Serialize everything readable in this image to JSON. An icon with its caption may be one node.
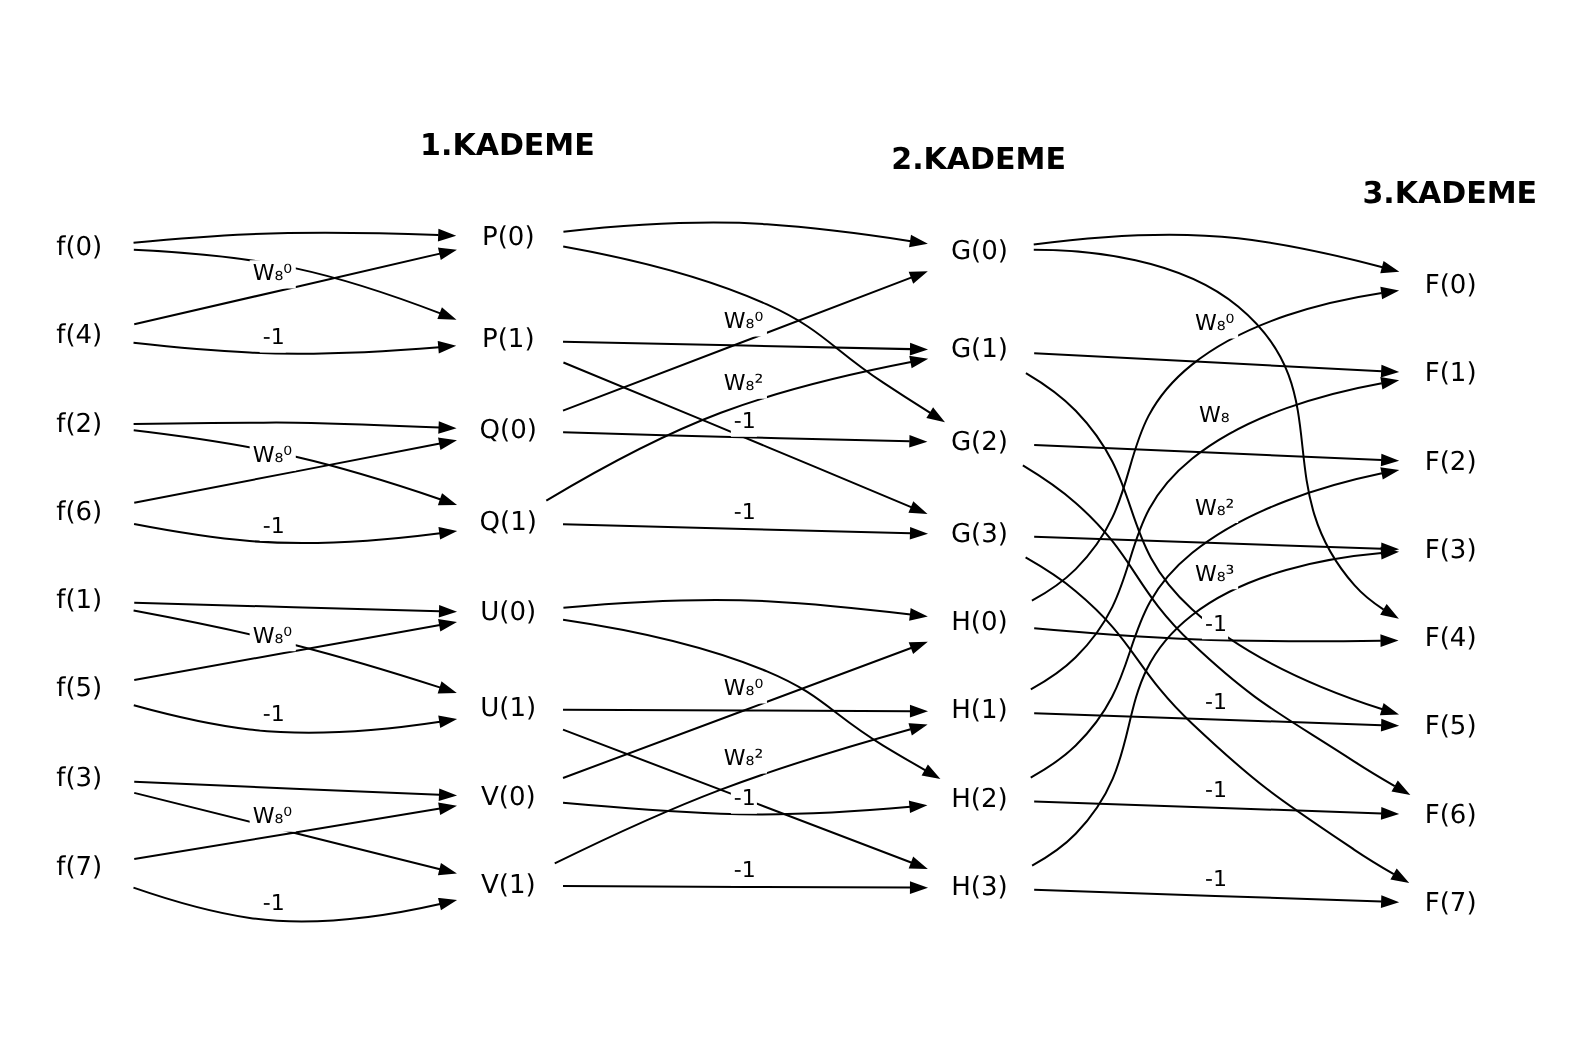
{
  "diagram": {
    "nodes": [
      {
        "text": [
          "f(0)"
        ]
      },
      {
        "text": [
          "f(4)"
        ]
      },
      {
        "text": [
          "f(2)"
        ]
      },
      {
        "text": [
          "f(6)"
        ]
      },
      {
        "text": [
          "f(1)"
        ]
      },
      {
        "text": [
          "f(5)"
        ]
      },
      {
        "text": [
          "f(3)"
        ]
      },
      {
        "text": [
          "f(7)"
        ]
      },
      {
        "text": [
          "P(0)"
        ]
      },
      {
        "text": [
          "P(1)"
        ]
      },
      {
        "text": [
          "Q(0)"
        ]
      },
      {
        "text": [
          "Q(1)"
        ]
      },
      {
        "text": [
          "U(0)"
        ]
      },
      {
        "text": [
          "U(1)"
        ]
      },
      {
        "text": [
          "V(0)"
        ]
      },
      {
        "text": [
          "V(1)"
        ]
      },
      {
        "text": [
          "G(0)"
        ]
      },
      {
        "text": [
          "G(1)"
        ]
      },
      {
        "text": [
          "G(2)"
        ]
      },
      {
        "text": [
          "G(3)"
        ]
      },
      {
        "text": [
          "H(0)"
        ]
      },
      {
        "text": [
          "H(1)"
        ]
      },
      {
        "text": [
          "H(2)"
        ]
      },
      {
        "text": [
          "H(3)"
        ]
      },
      {
        "text": [
          "F(0)"
        ]
      },
      {
        "text": [
          "F(1)"
        ]
      },
      {
        "text": [
          "F(2)"
        ]
      },
      {
        "text": [
          "F(3)"
        ]
      },
      {
        "text": [
          "F(4)"
        ]
      },
      {
        "text": [
          "F(5)"
        ]
      },
      {
        "text": [
          "F(6)"
        ]
      },
      {
        "text": [
          "F(7)"
        ]
      }
    ],
    "edges": [
      {
        "from": 0,
        "to": 8,
        "arrow": "to"
      },
      {
        "from": 0,
        "to": 9,
        "arrow": "to"
      },
      {
        "from": 1,
        "to": 8,
        "arrow": "to",
        "label": "W₈⁰"
      },
      {
        "from": 1,
        "to": 9,
        "arrow": "to",
        "label": "-1"
      },
      {
        "from": 2,
        "to": 10,
        "arrow": "to"
      },
      {
        "from": 2,
        "to": 11,
        "arrow": "to"
      },
      {
        "from": 3,
        "to": 10,
        "arrow": "to",
        "label": "W₈⁰"
      },
      {
        "from": 3,
        "to": 11,
        "arrow": "to",
        "label": "-1"
      },
      {
        "from": 4,
        "to": 12,
        "arrow": "to"
      },
      {
        "from": 4,
        "to": 13,
        "arrow": "to"
      },
      {
        "from": 5,
        "to": 12,
        "arrow": "to",
        "label": "W₈⁰"
      },
      {
        "from": 5,
        "to": 13,
        "arrow": "to",
        "label": "-1"
      },
      {
        "from": 6,
        "to": 14,
        "arrow": "to"
      },
      {
        "from": 6,
        "to": 15,
        "arrow": "to"
      },
      {
        "from": 7,
        "to": 14,
        "arrow": "to",
        "label": "W₈⁰"
      },
      {
        "from": 7,
        "to": 15,
        "arrow": "to",
        "label": "-1"
      },
      {
        "from": 8,
        "to": 16,
        "arrow": "to"
      },
      {
        "from": 8,
        "to": 18,
        "arrow": "to"
      },
      {
        "from": 9,
        "to": 17,
        "arrow": "to"
      },
      {
        "from": 9,
        "to": 19,
        "arrow": "to"
      },
      {
        "from": 10,
        "to": 16,
        "arrow": "to",
        "label": "W₈⁰"
      },
      {
        "from": 10,
        "to": 18,
        "arrow": "to",
        "label": "-1"
      },
      {
        "from": 11,
        "to": 17,
        "arrow": "to",
        "label": "W₈²"
      },
      {
        "from": 11,
        "to": 19,
        "arrow": "to",
        "label": "-1"
      },
      {
        "from": 12,
        "to": 20,
        "arrow": "to"
      },
      {
        "from": 12,
        "to": 22,
        "arrow": "to"
      },
      {
        "from": 13,
        "to": 21,
        "arrow": "to"
      },
      {
        "from": 13,
        "to": 23,
        "arrow": "to"
      },
      {
        "from": 14,
        "to": 20,
        "arrow": "to",
        "label": "W₈⁰"
      },
      {
        "from": 14,
        "to": 22,
        "arrow": "to",
        "label": "-1"
      },
      {
        "from": 15,
        "to": 21,
        "arrow": "to",
        "label": "W₈²"
      },
      {
        "from": 15,
        "to": 23,
        "arrow": "to",
        "label": "-1"
      },
      {
        "from": 16,
        "to": 24,
        "arrow": "to"
      },
      {
        "from": 16,
        "to": 28,
        "arrow": "to"
      },
      {
        "from": 17,
        "to": 25,
        "arrow": "to"
      },
      {
        "from": 17,
        "to": 29,
        "arrow": "to"
      },
      {
        "from": 18,
        "to": 26,
        "arrow": "to"
      },
      {
        "from": 18,
        "to": 30,
        "arrow": "to"
      },
      {
        "from": 19,
        "to": 27,
        "arrow": "to"
      },
      {
        "from": 19,
        "to": 31,
        "arrow": "to"
      },
      {
        "from": 20,
        "to": 24,
        "arrow": "to",
        "label": "W₈⁰"
      },
      {
        "from": 20,
        "to": 28,
        "arrow": "to",
        "label": "-1"
      },
      {
        "from": 21,
        "to": 25,
        "arrow": "to",
        "label": "W₈"
      },
      {
        "from": 21,
        "to": 29,
        "arrow": "to",
        "label": "-1"
      },
      {
        "from": 22,
        "to": 26,
        "arrow": "to",
        "label": "W₈²"
      },
      {
        "from": 22,
        "to": 30,
        "arrow": "to",
        "label": "-1"
      },
      {
        "from": 23,
        "to": 27,
        "arrow": "to",
        "label": "W₈³"
      },
      {
        "from": 23,
        "to": 31,
        "arrow": "to",
        "label": "-1"
      }
    ],
    "labels": [
      "1.KADEME",
      "2.KADEME",
      "3.KADEME"
    ]
  }
}
